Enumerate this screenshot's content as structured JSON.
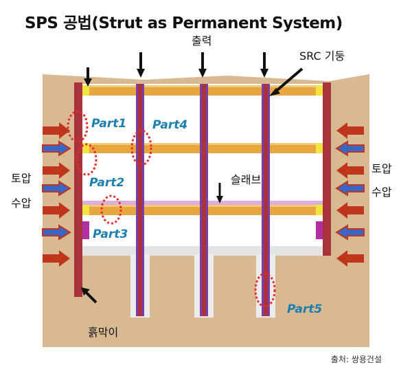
{
  "title": "SPS 공법(Strut as Permanent System)",
  "labels": {
    "output": "출력",
    "src_column": "SRC 기둥",
    "slab": "슬래브",
    "retaining_wall": "흙막이",
    "earth_pressure_left": "토압",
    "water_pressure_left": "수압",
    "earth_pressure_right": "토압",
    "water_pressure_right": "수압"
  },
  "parts": [
    "Part1",
    "Part2",
    "Part3",
    "Part4",
    "Part5"
  ],
  "source": "출처: 쌍용건설",
  "colors": {
    "soil": "#d8b991",
    "wall": "#a8333a",
    "beam": "#e8a640",
    "pressure_arrow_red": "#c0361c",
    "pressure_arrow_blue": "#3a66c8",
    "part_label": "#1b7fb0",
    "highlight_circle": "#e52d2d"
  }
}
